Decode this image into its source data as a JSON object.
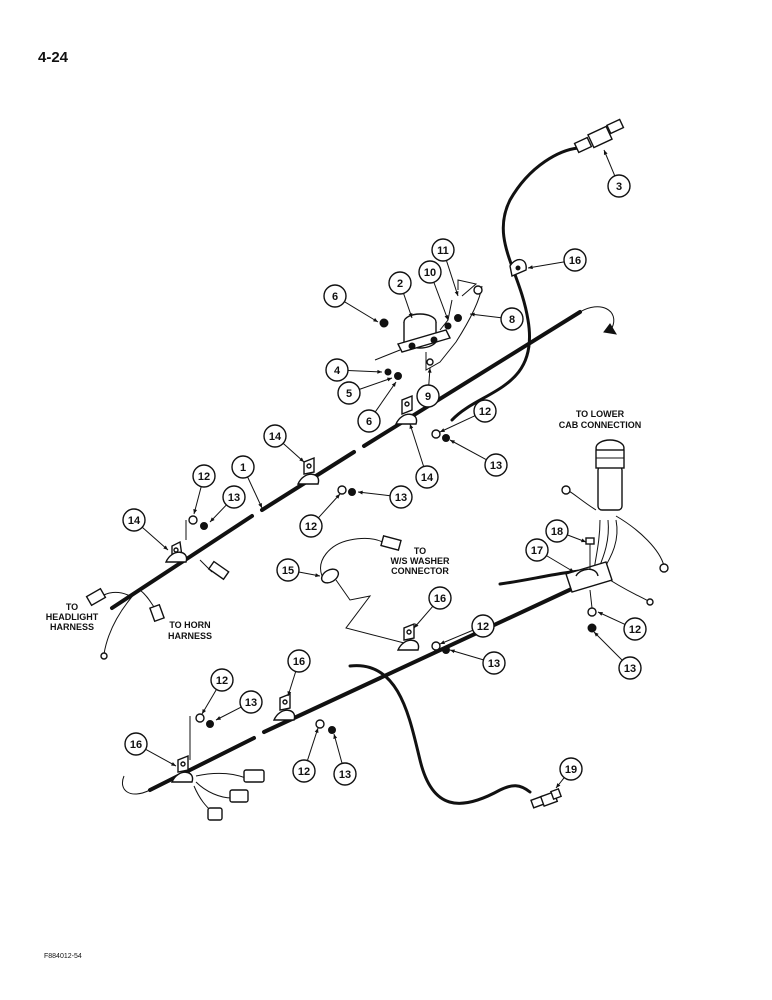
{
  "page_number": "4-24",
  "figure_id": "F884012-54",
  "labels": {
    "lower_cab": [
      "TO LOWER",
      "CAB CONNECTION"
    ],
    "washer": [
      "TO",
      "W/S WASHER",
      "CONNECTOR"
    ],
    "headlight": [
      "TO",
      "HEADLIGHT",
      "HARNESS"
    ],
    "horn": [
      "TO HORN",
      "HARNESS"
    ]
  },
  "callouts": [
    {
      "n": "1"
    },
    {
      "n": "2"
    },
    {
      "n": "3"
    },
    {
      "n": "4"
    },
    {
      "n": "5"
    },
    {
      "n": "6"
    },
    {
      "n": "6"
    },
    {
      "n": "8"
    },
    {
      "n": "9"
    },
    {
      "n": "10"
    },
    {
      "n": "11"
    },
    {
      "n": "12"
    },
    {
      "n": "12"
    },
    {
      "n": "12"
    },
    {
      "n": "12"
    },
    {
      "n": "12"
    },
    {
      "n": "12"
    },
    {
      "n": "12"
    },
    {
      "n": "13"
    },
    {
      "n": "13"
    },
    {
      "n": "13"
    },
    {
      "n": "13"
    },
    {
      "n": "13"
    },
    {
      "n": "13"
    },
    {
      "n": "13"
    },
    {
      "n": "14"
    },
    {
      "n": "14"
    },
    {
      "n": "14"
    },
    {
      "n": "15"
    },
    {
      "n": "16"
    },
    {
      "n": "16"
    },
    {
      "n": "16"
    },
    {
      "n": "16"
    },
    {
      "n": "17"
    },
    {
      "n": "18"
    },
    {
      "n": "19"
    }
  ]
}
